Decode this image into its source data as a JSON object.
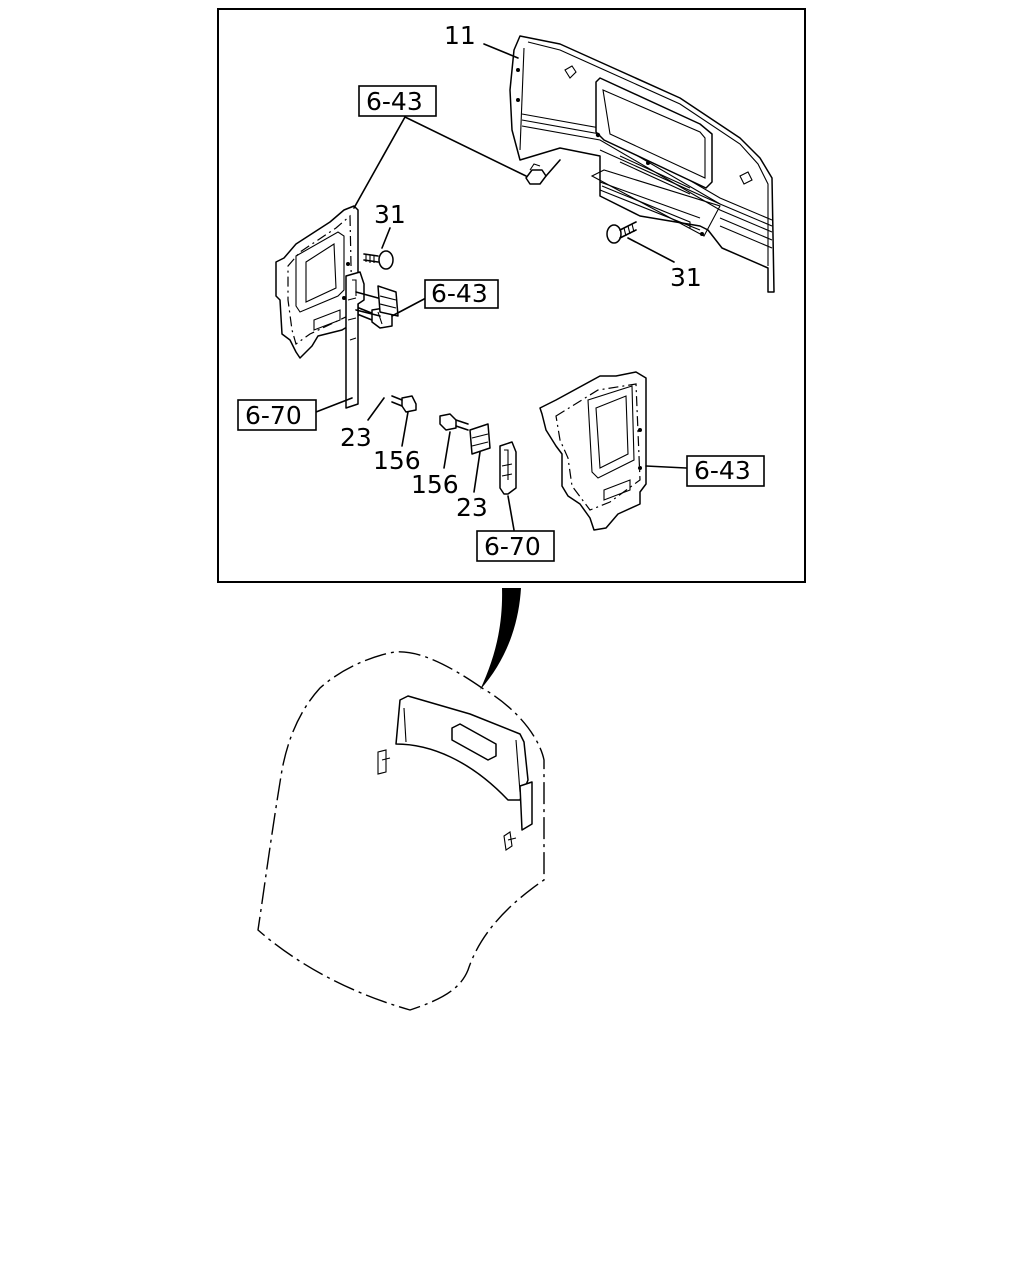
{
  "callouts": {
    "c11": "11",
    "c643_top": "6-43",
    "c31_left": "31",
    "c31_right": "31",
    "c643_mid": "6-43",
    "c670_left": "6-70",
    "c23_left": "23",
    "c156_left": "156",
    "c156_right": "156",
    "c23_right": "23",
    "c643_right": "6-43",
    "c670_bottom": "6-70"
  }
}
